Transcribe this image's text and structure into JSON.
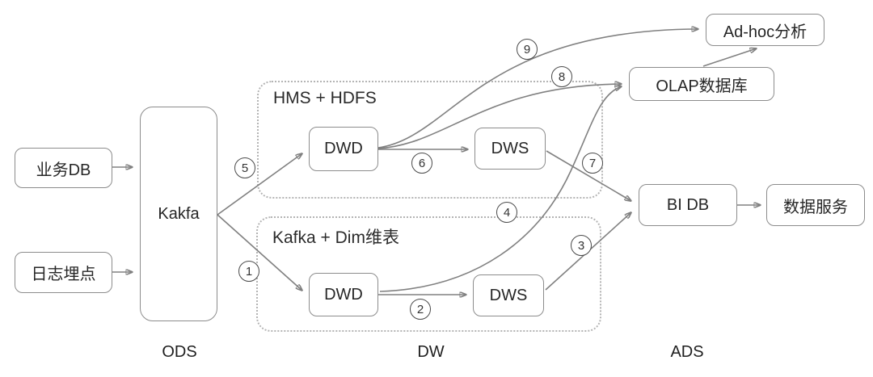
{
  "nodes": {
    "business_db": "业务DB",
    "log_tracking": "日志埋点",
    "kafka": "Kakfa",
    "dwd_hms": "DWD",
    "dws_hms": "DWS",
    "dwd_kafka": "DWD",
    "dws_kafka": "DWS",
    "adhoc": "Ad-hoc分析",
    "olap": "OLAP数据库",
    "bi_db": "BI DB",
    "data_service": "数据服务"
  },
  "groups": {
    "hms": "HMS + HDFS",
    "kafka_dim": "Kafka + Dim维表"
  },
  "edge_labels": [
    "1",
    "2",
    "3",
    "4",
    "5",
    "6",
    "7",
    "8",
    "9"
  ],
  "layers": {
    "ods": "ODS",
    "dw": "DW",
    "ads": "ADS"
  },
  "colors": {
    "node_border": "#8c8c8c",
    "edge": "#808080",
    "text": "#262626",
    "group_border": "#b4b4b4"
  }
}
